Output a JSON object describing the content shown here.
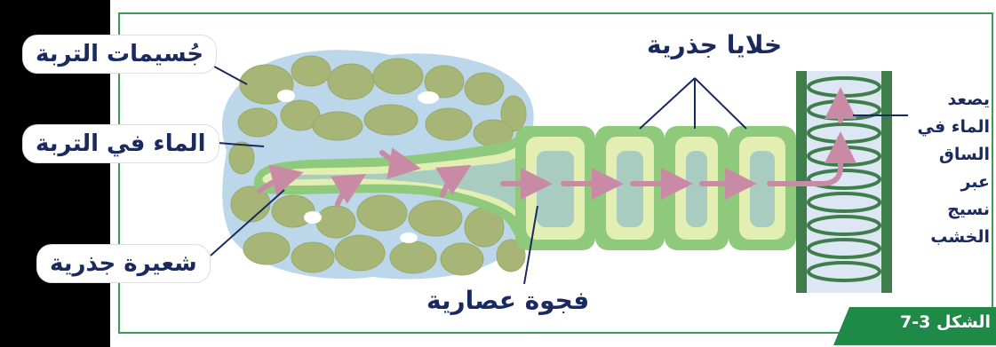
{
  "labels": {
    "soil_particles": "جُسيمات التربة",
    "soil_water": "الماء في التربة",
    "root_hair": "شعيرة جذرية",
    "root_cells": "خلايا جذرية",
    "vacuole": "فجوة عصارية",
    "xylem_lines": [
      "يصعد",
      "الماء في",
      "الساق",
      "عبر",
      "نسيج",
      "الخشب"
    ]
  },
  "figure": {
    "tag": "الشكل 3-7"
  },
  "colors": {
    "soil": "#a7b676",
    "soil_dark": "#8fa05e",
    "water": "#bcd7ea",
    "cell_wall": "#8fc97c",
    "cell_light": "#e3efb2",
    "vacuole": "#a9ccc0",
    "arrow": "#c98aa5",
    "xylem": "#3f7d4b",
    "text": "#1a2a5e",
    "frame": "#3d9a55"
  }
}
